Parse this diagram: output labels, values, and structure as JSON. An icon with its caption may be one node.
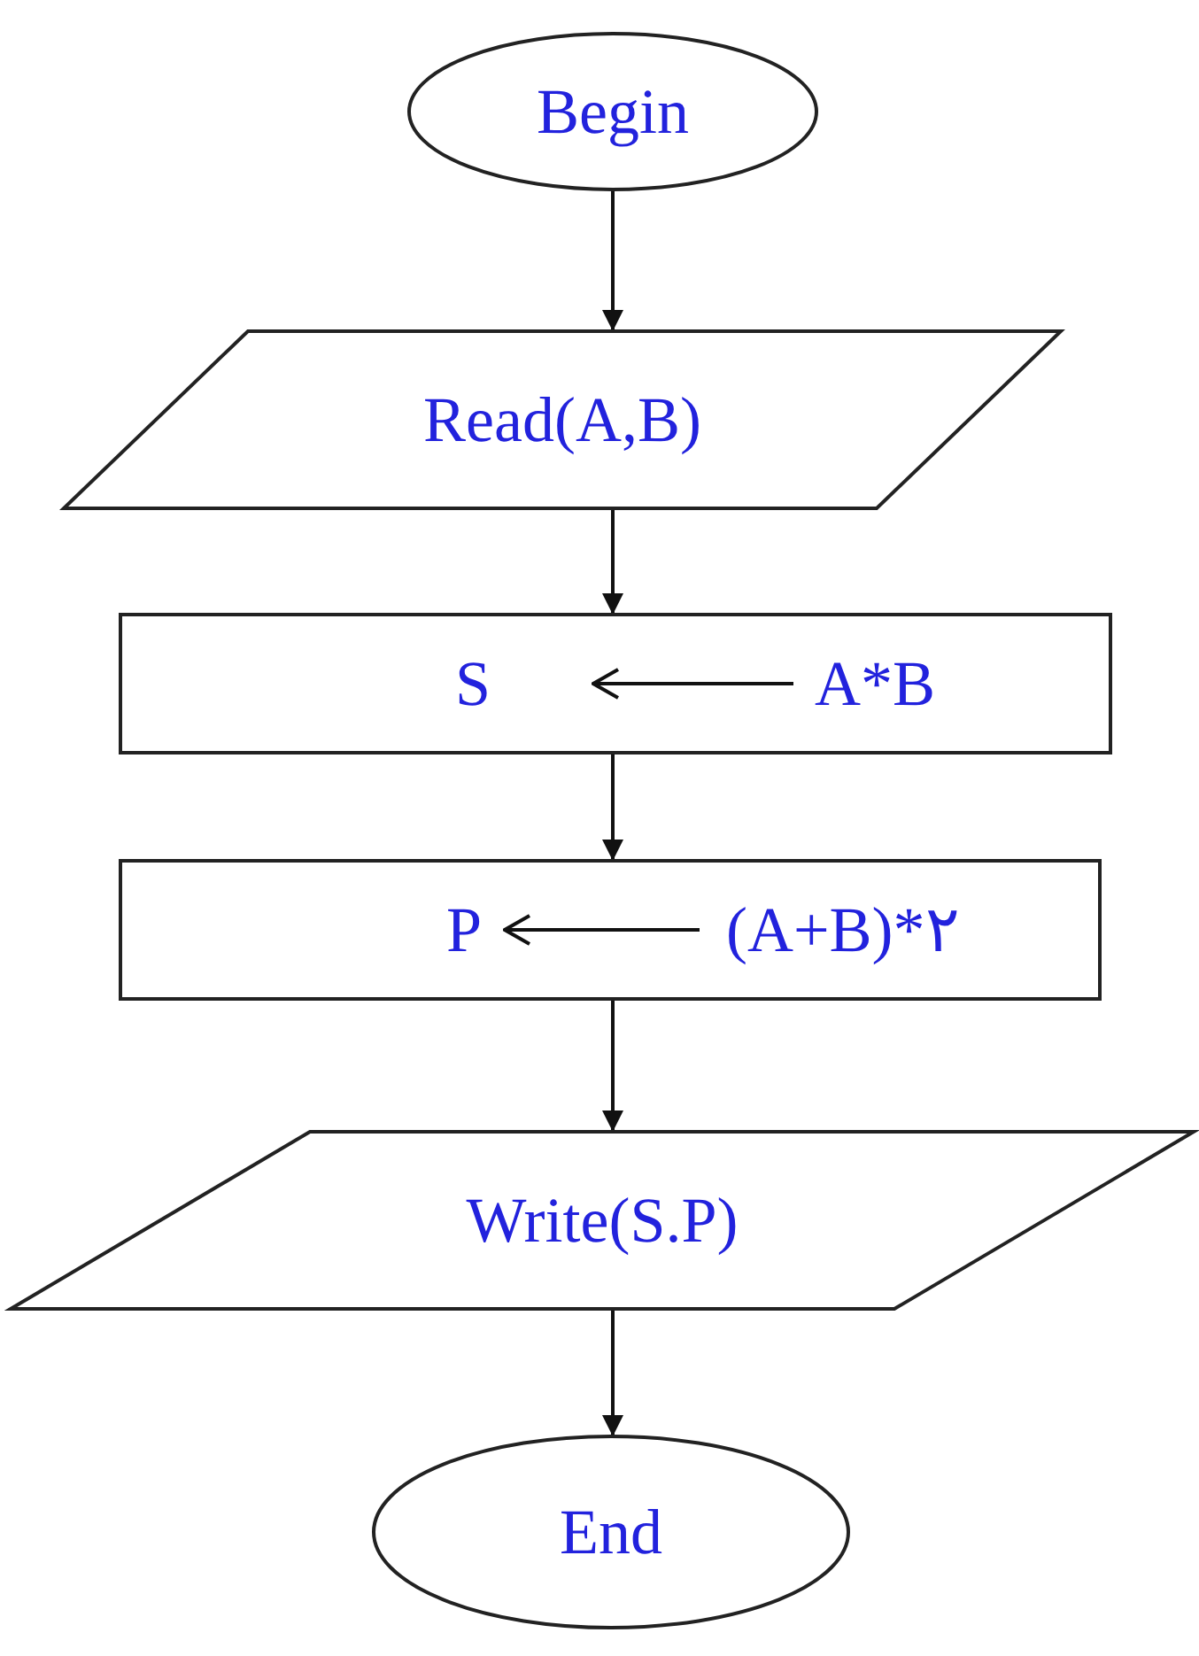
{
  "diagram": {
    "nodes": [
      {
        "text": [
          "Begin"
        ]
      },
      {
        "text": [
          "Read(A,B)"
        ]
      },
      {
        "text": [],
        "shape": "box"
      },
      {
        "text": [
          "S"
        ],
        "in": 2
      },
      {
        "text": [
          "A*B"
        ],
        "in": 2
      },
      {
        "text": [],
        "shape": "box"
      },
      {
        "text": [
          "P"
        ],
        "in": 5
      },
      {
        "text": [
          "(A+B)*٢"
        ],
        "in": 5
      },
      {
        "text": [
          "Write(S.P)"
        ]
      },
      {
        "text": [
          "End"
        ]
      }
    ],
    "edges": [
      {
        "from": 0,
        "to": 1,
        "arrow": "to"
      },
      {
        "from": 1,
        "to": 2,
        "arrow": "to"
      },
      {
        "from": 4,
        "to": 3,
        "arrow": "to"
      },
      {
        "from": 2,
        "to": 5,
        "arrow": "to"
      },
      {
        "from": 7,
        "to": 6,
        "arrow": "to"
      },
      {
        "from": 5,
        "to": 8,
        "arrow": "to"
      },
      {
        "from": 8,
        "to": 9,
        "arrow": "to"
      }
    ]
  }
}
